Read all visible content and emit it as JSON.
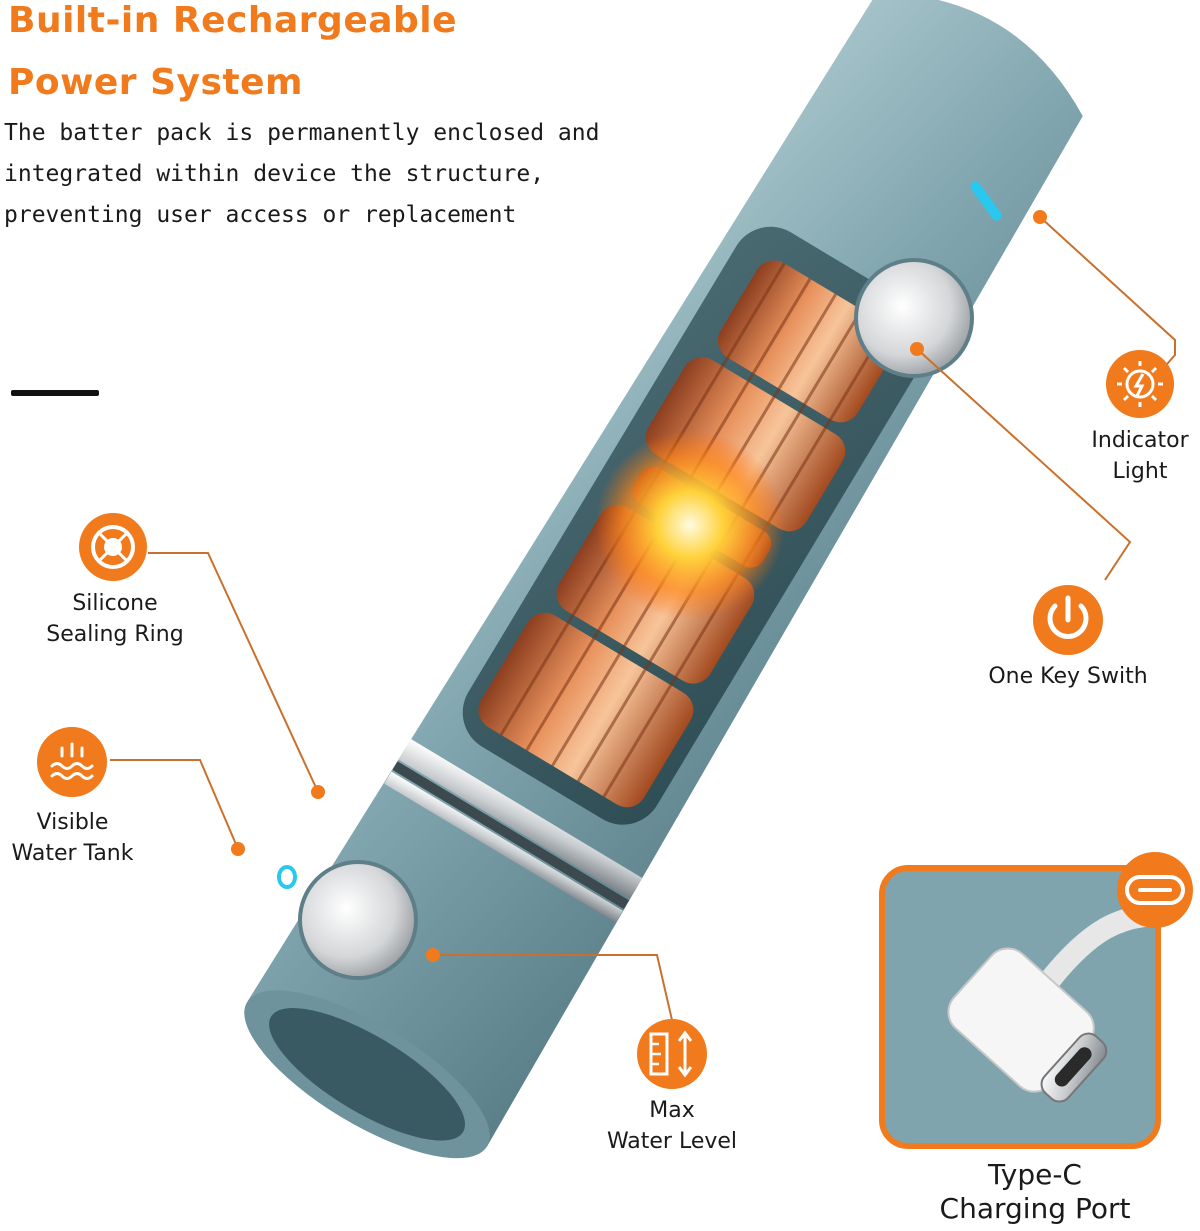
{
  "heading": {
    "line1": "Built-in Rechargeable",
    "line2": "Power System"
  },
  "description": {
    "line1": "The batter pack is permanently enclosed and",
    "line2": "integrated within device the structure,",
    "line3": "preventing user access or replacement"
  },
  "callouts": {
    "indicator_light": {
      "line1": "Indicator",
      "line2": "Light",
      "icon": "sun-bolt-icon"
    },
    "one_key_switch": {
      "line1": "One Key Swith",
      "icon": "power-icon"
    },
    "silicone_ring": {
      "line1": "Silicone",
      "line2": "Sealing Ring",
      "icon": "ring-icon"
    },
    "water_tank": {
      "line1": "Visible",
      "line2": "Water Tank",
      "icon": "water-waves-icon"
    },
    "max_water": {
      "line1": "Max",
      "line2": "Water Level",
      "icon": "ruler-arrow-icon"
    },
    "type_c": {
      "line1": "Type-C",
      "line2": "Charging Port",
      "icon": "usb-c-icon"
    }
  },
  "colors": {
    "accent": "#f07a1c",
    "device_body": "#7fa4ad",
    "copper": "#d67a45",
    "indicator_glow": "#29c9ef"
  }
}
